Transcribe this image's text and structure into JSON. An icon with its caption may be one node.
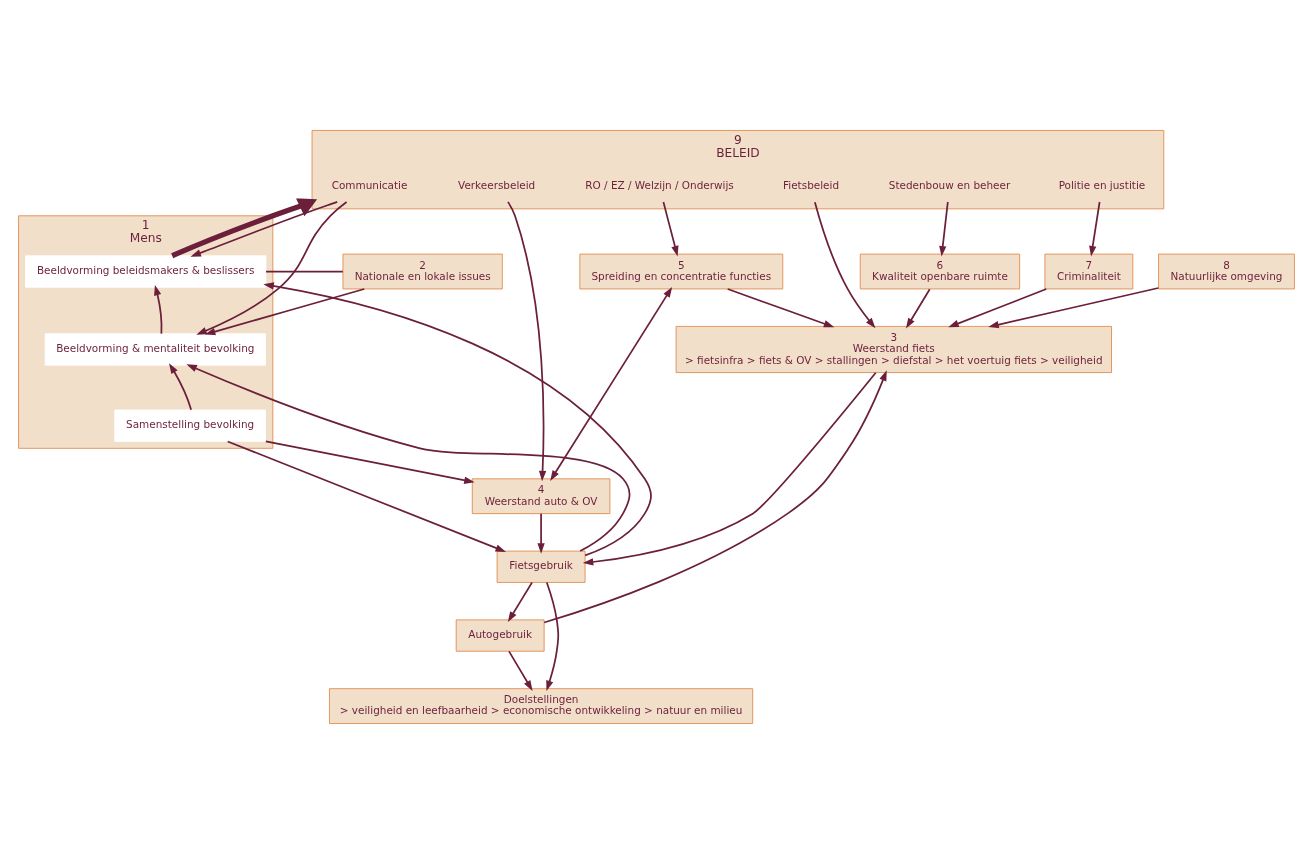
{
  "diagram": {
    "nodes": [
      {
        "text": [
          "9",
          "BELEID"
        ]
      },
      {
        "text": [
          "Communicatie"
        ],
        "in": 0
      },
      {
        "text": [
          "Verkeersbeleid"
        ],
        "in": 0
      },
      {
        "text": [
          "RO / EZ / Welzijn / Onderwijs"
        ],
        "in": 0
      },
      {
        "text": [
          "Fietsbeleid"
        ],
        "in": 0
      },
      {
        "text": [
          "Stedenbouw en beheer"
        ],
        "in": 0
      },
      {
        "text": [
          "Politie en justitie"
        ],
        "in": 0
      },
      {
        "text": [
          "2",
          "Nationale en lokale issues"
        ]
      },
      {
        "text": [
          "1",
          "Mens"
        ]
      },
      {
        "text": [
          "Beeldvorming beleidsmakers & beslissers"
        ],
        "in": 8
      },
      {
        "text": [
          "Beeldvorming & mentaliteit bevolking"
        ],
        "in": 8
      },
      {
        "text": [
          "Samenstelling bevolking"
        ],
        "in": 8
      },
      {
        "text": [
          "5",
          "Spreiding en concentratie functies"
        ]
      },
      {
        "text": [
          "4",
          "Weerstand auto & OV"
        ]
      },
      {
        "text": [
          "3",
          "Weerstand fiets",
          "> fietsinfra > fiets & OV > stallingen > diefstal > het voertuig fiets > veiligheid"
        ]
      },
      {
        "text": [
          "6",
          "Kwaliteit openbare ruimte"
        ]
      },
      {
        "text": [
          "7",
          "Criminaliteit"
        ]
      },
      {
        "text": [
          "8",
          "Natuurlijke omgeving"
        ]
      },
      {
        "text": [
          "Fietsgebruik"
        ]
      },
      {
        "text": [
          "Autogebruik"
        ]
      },
      {
        "text": [
          "Doelstellingen",
          "> veiligheid en leefbaarheid > economische ontwikkeling > natuur en milieu"
        ]
      }
    ],
    "edges": [
      {
        "from": 1,
        "to": 9,
        "arrow": "to"
      },
      {
        "from": 1,
        "to": 10,
        "arrow": "to"
      },
      {
        "from": 9,
        "to": 0,
        "arrow": "to",
        "style": "thick"
      },
      {
        "from": 2,
        "to": 13,
        "arrow": "to"
      },
      {
        "from": 3,
        "to": 12,
        "arrow": "to"
      },
      {
        "from": 4,
        "to": 14,
        "arrow": "to"
      },
      {
        "from": 5,
        "to": 15,
        "arrow": "to"
      },
      {
        "from": 6,
        "to": 16,
        "arrow": "to"
      },
      {
        "from": 7,
        "to": 9,
        "arrow": "none"
      },
      {
        "from": 7,
        "to": 10,
        "arrow": "to"
      },
      {
        "from": 10,
        "to": 9,
        "arrow": "to"
      },
      {
        "from": 11,
        "to": 10,
        "arrow": "to"
      },
      {
        "from": 12,
        "to": 13,
        "arrow": "both"
      },
      {
        "from": 12,
        "to": 14,
        "arrow": "to"
      },
      {
        "from": 15,
        "to": 14,
        "arrow": "to"
      },
      {
        "from": 16,
        "to": 14,
        "arrow": "to"
      },
      {
        "from": 17,
        "to": 14,
        "arrow": "to"
      },
      {
        "from": 13,
        "to": 18,
        "arrow": "to"
      },
      {
        "from": 11,
        "to": 13,
        "arrow": "to"
      },
      {
        "from": 11,
        "to": 18,
        "arrow": "to"
      },
      {
        "from": 18,
        "to": 9,
        "arrow": "to"
      },
      {
        "from": 18,
        "to": 10,
        "arrow": "to"
      },
      {
        "from": 14,
        "to": 18,
        "arrow": "to"
      },
      {
        "from": 19,
        "to": 14,
        "arrow": "to"
      },
      {
        "from": 18,
        "to": 19,
        "arrow": "to"
      },
      {
        "from": 18,
        "to": 20,
        "arrow": "to"
      },
      {
        "from": 19,
        "to": 20,
        "arrow": "to"
      }
    ]
  }
}
